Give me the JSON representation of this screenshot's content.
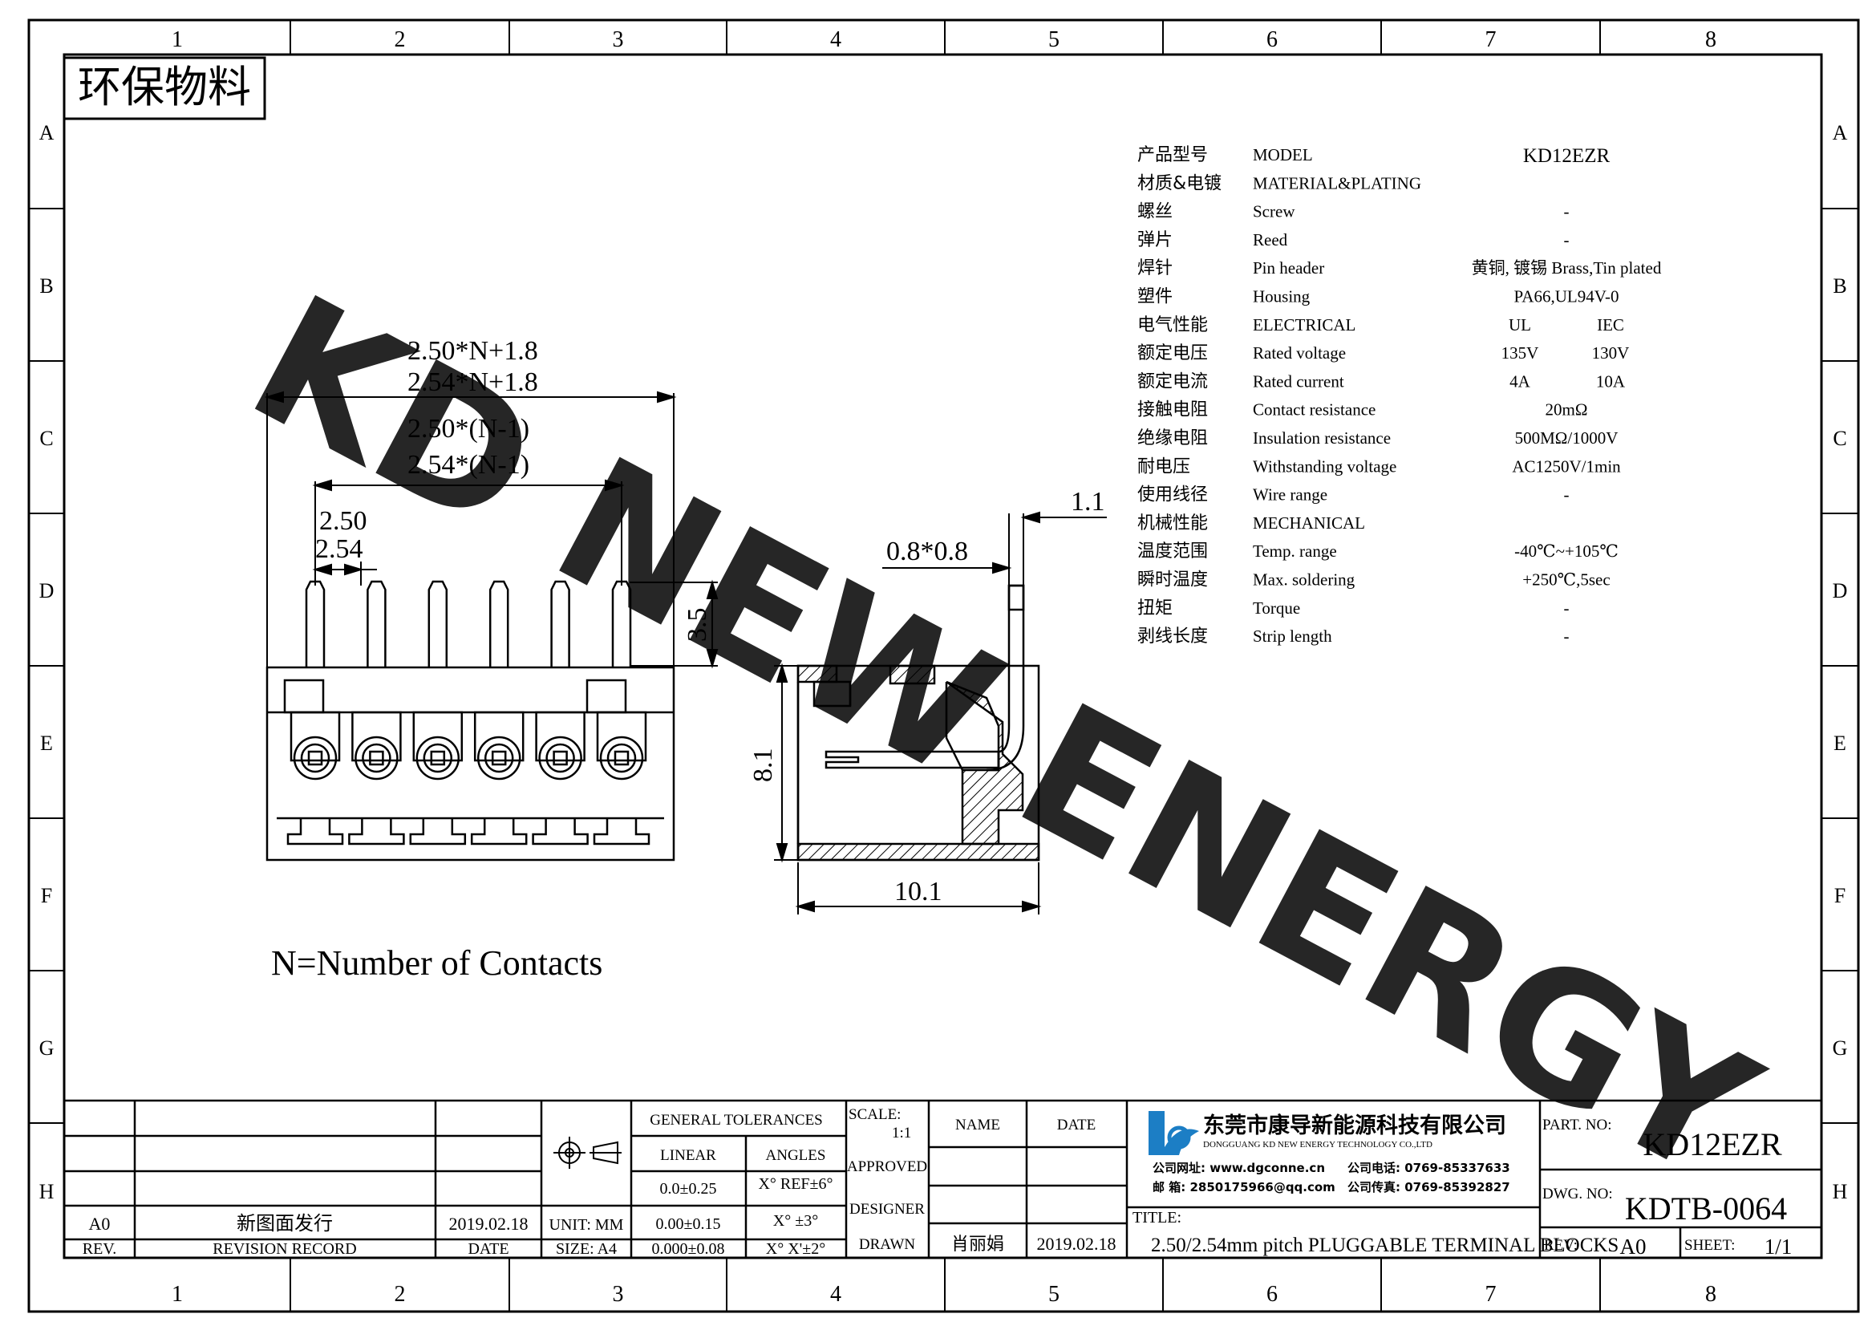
{
  "frame": {
    "columns": [
      "1",
      "2",
      "3",
      "4",
      "5",
      "6",
      "7",
      "8"
    ],
    "rows": [
      "A",
      "B",
      "C",
      "D",
      "E",
      "F",
      "G",
      "H"
    ]
  },
  "eco_badge": "环保物料",
  "watermark": "KD NEW ENERGY",
  "dimensions": {
    "overall_1": "2.50*N+1.8",
    "overall_2": "2.54*N+1.8",
    "span_1": "2.50*(N-1)",
    "span_2": "2.54*(N-1)",
    "pitch_1": "2.50",
    "pitch_2": "2.54",
    "pin_height": "3.5",
    "pin_square": "0.8*0.8",
    "pin_offset": "1.1",
    "side_height": "8.1",
    "side_depth": "10.1"
  },
  "note": "N=Number of Contacts",
  "specs": [
    {
      "cn": "产品型号",
      "en": "MODEL",
      "v1": "KD12EZR",
      "v2": ""
    },
    {
      "cn": "材质&电镀",
      "en": "MATERIAL&PLATING",
      "v1": "",
      "v2": ""
    },
    {
      "cn": "螺丝",
      "en": "Screw",
      "v1": "-",
      "v2": ""
    },
    {
      "cn": "弹片",
      "en": "Reed",
      "v1": "-",
      "v2": ""
    },
    {
      "cn": "焊针",
      "en": "Pin header",
      "v1": "黄铜, 镀锡 Brass,Tin plated",
      "v2": ""
    },
    {
      "cn": "塑件",
      "en": "Housing",
      "v1": "PA66,UL94V-0",
      "v2": ""
    },
    {
      "cn": "电气性能",
      "en": "ELECTRICAL",
      "v1": "UL",
      "v2": "IEC"
    },
    {
      "cn": "额定电压",
      "en": "Rated voltage",
      "v1": "135V",
      "v2": "130V"
    },
    {
      "cn": "额定电流",
      "en": "Rated current",
      "v1": "4A",
      "v2": "10A"
    },
    {
      "cn": "接触电阻",
      "en": "Contact resistance",
      "v1": "20mΩ",
      "v2": ""
    },
    {
      "cn": "绝缘电阻",
      "en": "Insulation resistance",
      "v1": "500MΩ/1000V",
      "v2": ""
    },
    {
      "cn": "耐电压",
      "en": "Withstanding voltage",
      "v1": "AC1250V/1min",
      "v2": ""
    },
    {
      "cn": "使用线径",
      "en": "Wire range",
      "v1": "-",
      "v2": ""
    },
    {
      "cn": "机械性能",
      "en": "MECHANICAL",
      "v1": "",
      "v2": ""
    },
    {
      "cn": "温度范围",
      "en": "Temp. range",
      "v1": "-40℃~+105℃",
      "v2": ""
    },
    {
      "cn": "瞬时温度",
      "en": "Max. soldering",
      "v1": "+250℃,5sec",
      "v2": ""
    },
    {
      "cn": "扭矩",
      "en": "Torque",
      "v1": "-",
      "v2": ""
    },
    {
      "cn": "剥线长度",
      "en": "Strip length",
      "v1": "-",
      "v2": ""
    }
  ],
  "revision": {
    "rev": "A0",
    "record": "新图面发行",
    "date": "2019.02.18",
    "h_rev": "REV.",
    "h_record": "REVISION RECORD",
    "h_date": "DATE"
  },
  "unit": {
    "unit_label": "UNIT: MM",
    "size_label": "SIZE: A4"
  },
  "tolerances": {
    "title": "GENERAL TOLERANCES",
    "h_linear": "LINEAR",
    "h_angles": "ANGLES",
    "lin": [
      "0.0±0.25",
      "0.00±0.15",
      "0.000±0.08"
    ],
    "ang": [
      "X° REF±6°",
      "X° ±3°",
      "X° X'±2°"
    ]
  },
  "approval": {
    "scale_label": "SCALE:",
    "scale_value": "1:1",
    "h_name": "NAME",
    "h_date": "DATE",
    "approved": "APPROVED",
    "designer": "DESIGNER",
    "drawn": "DRAWN",
    "drawn_name": "肖丽娟",
    "drawn_date": "2019.02.18"
  },
  "company": {
    "name_cn": "东莞市康导新能源科技有限公司",
    "name_en": "DONGGUANG KD NEW ENERGY TECHNOLOGY CO.,LTD",
    "web": "公司网址: www.dgconne.cn",
    "tel": "公司电话: 0769-85337633",
    "mail": "邮    箱: 2850175966@qq.com",
    "fax": "公司传真: 0769-85392827"
  },
  "title_block": {
    "title_label": "TITLE:",
    "title": "2.50/2.54mm pitch PLUGGABLE TERMINAL BLOCKS",
    "part_label": "PART. NO:",
    "part_no": "KD12EZR",
    "dwg_label": "DWG. NO:",
    "dwg_no": "KDTB-0064",
    "rev_label": "REV:",
    "rev": "A0",
    "sheet_label": "SHEET:",
    "sheet": "1/1"
  },
  "colors": {
    "watermark": "#38F0F4",
    "ink": "#000000"
  }
}
